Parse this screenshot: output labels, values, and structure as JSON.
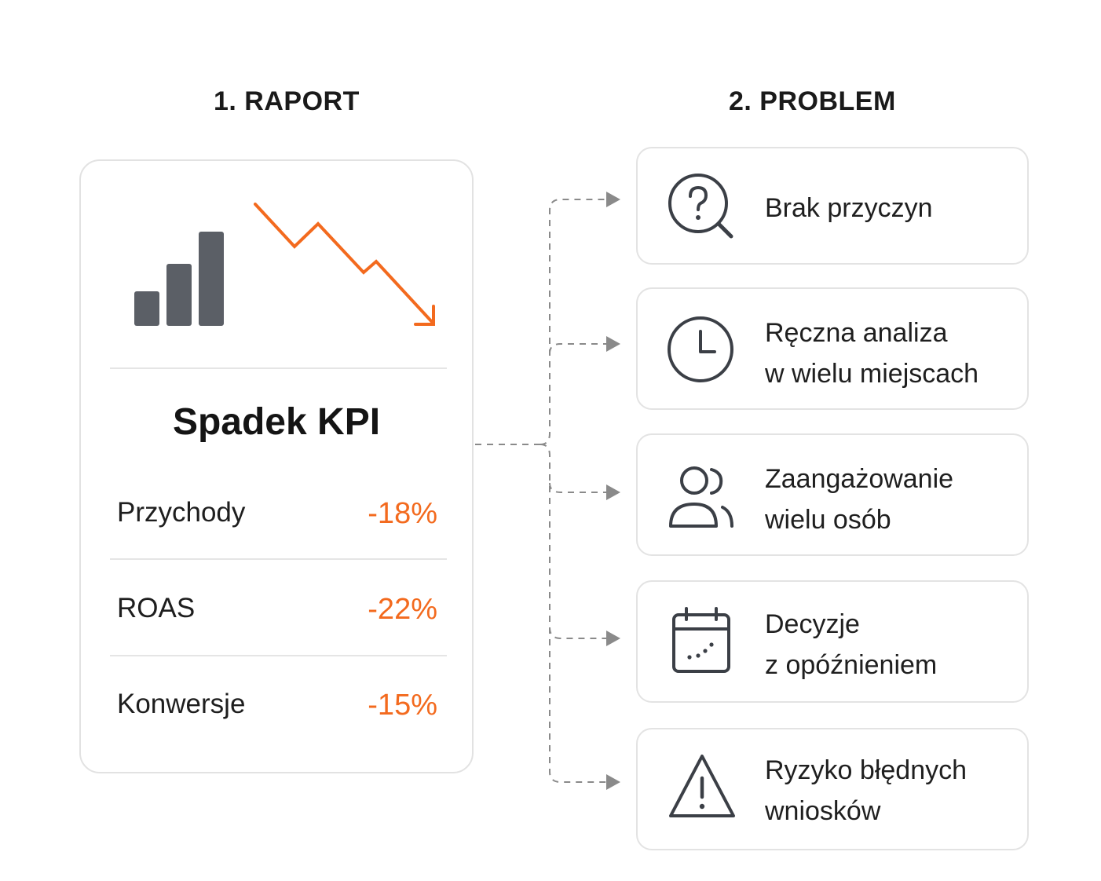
{
  "headers": {
    "report": "1. RAPORT",
    "problem": "2. PROBLEM"
  },
  "report": {
    "title": "Spadek KPI",
    "metrics": [
      {
        "label": "Przychody",
        "value": "-18%"
      },
      {
        "label": "ROAS",
        "value": "-22%"
      },
      {
        "label": "Konwersje",
        "value": "-15%"
      }
    ],
    "icons": [
      "bar-chart-icon",
      "downtrend-arrow-icon"
    ]
  },
  "problems": [
    {
      "icon": "question-search-icon",
      "line1": "Brak przyczyn",
      "line2": ""
    },
    {
      "icon": "clock-icon",
      "line1": "Ręczna analiza",
      "line2": "w wielu miejscach"
    },
    {
      "icon": "users-icon",
      "line1": "Zaangażowanie",
      "line2": "wielu osób"
    },
    {
      "icon": "calendar-icon",
      "line1": "Decyzje",
      "line2": "z opóźnieniem"
    },
    {
      "icon": "warning-icon",
      "line1": "Ryzyko błędnych",
      "line2": "wniosków"
    }
  ],
  "colors": {
    "accent": "#f36a1e",
    "icon": "#3b3f46",
    "bars": "#5b5f66",
    "connector": "#8a8a8a",
    "border": "#e3e3e3"
  }
}
